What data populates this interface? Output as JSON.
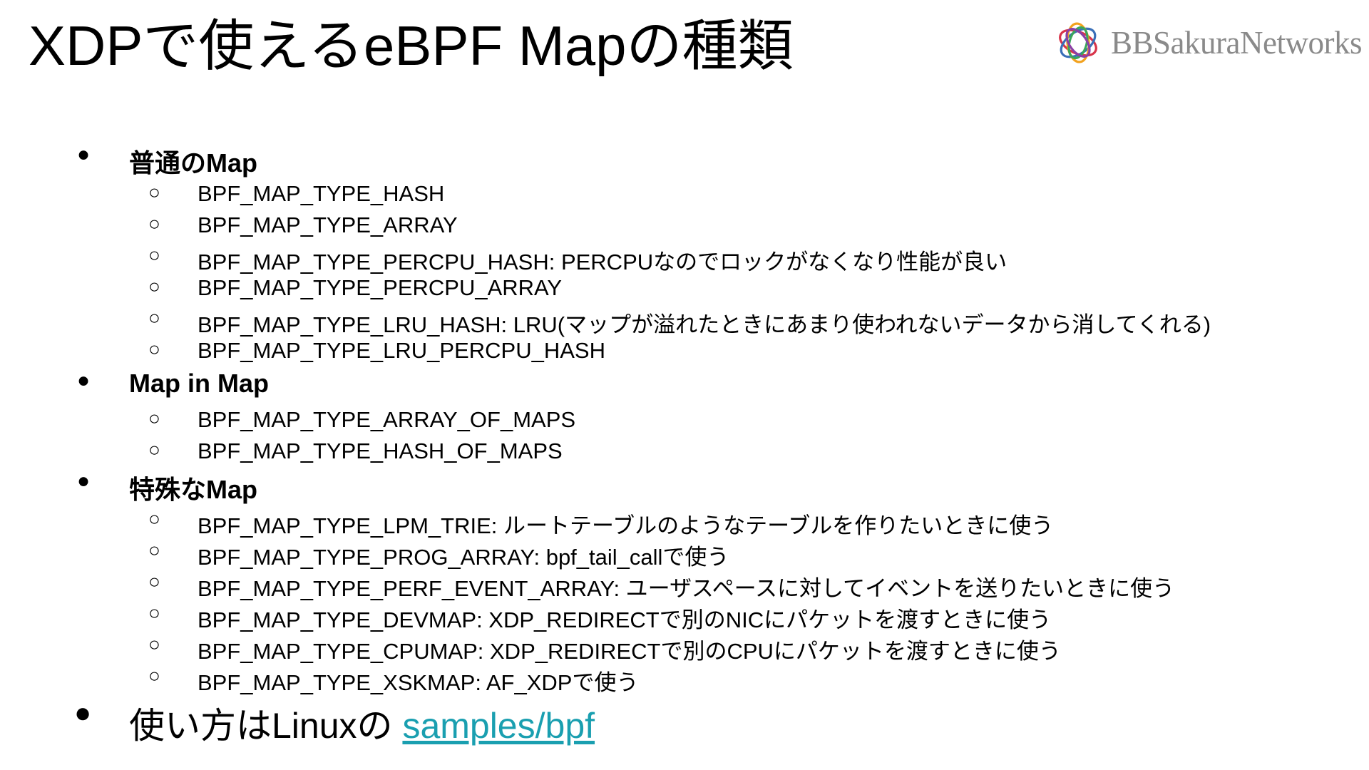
{
  "slide": {
    "title": "XDPで使えるeBPF Mapの種類",
    "logo_text": "BBSakuraNetworks"
  },
  "sections": [
    {
      "heading": "普通のMap",
      "items": [
        "BPF_MAP_TYPE_HASH",
        "BPF_MAP_TYPE_ARRAY",
        "BPF_MAP_TYPE_PERCPU_HASH: PERCPUなのでロックがなくなり性能が良い",
        "BPF_MAP_TYPE_PERCPU_ARRAY",
        "BPF_MAP_TYPE_LRU_HASH: LRU(マップが溢れたときにあまり使われないデータから消してくれる)",
        "BPF_MAP_TYPE_LRU_PERCPU_HASH"
      ]
    },
    {
      "heading": "Map in Map",
      "items": [
        "BPF_MAP_TYPE_ARRAY_OF_MAPS",
        "BPF_MAP_TYPE_HASH_OF_MAPS"
      ]
    },
    {
      "heading": "特殊なMap",
      "items": [
        "BPF_MAP_TYPE_LPM_TRIE: ルートテーブルのようなテーブルを作りたいときに使う",
        "BPF_MAP_TYPE_PROG_ARRAY: bpf_tail_callで使う",
        "BPF_MAP_TYPE_PERF_EVENT_ARRAY: ユーザスペースに対してイベントを送りたいときに使う",
        "BPF_MAP_TYPE_DEVMAP: XDP_REDIRECTで別のNICにパケットを渡すときに使う",
        "BPF_MAP_TYPE_CPUMAP: XDP_REDIRECTで別のCPUにパケットを渡すときに使う",
        "BPF_MAP_TYPE_XSKMAP: AF_XDPで使う"
      ]
    }
  ],
  "footer_item": {
    "text": "使い方はLinuxの ",
    "link_label": "samples/bpf"
  },
  "bullets": {
    "level1": "●",
    "level2": "○"
  },
  "colors": {
    "text": "#000000",
    "link": "#1a9fb0",
    "logo_text": "#8a8a8a"
  }
}
